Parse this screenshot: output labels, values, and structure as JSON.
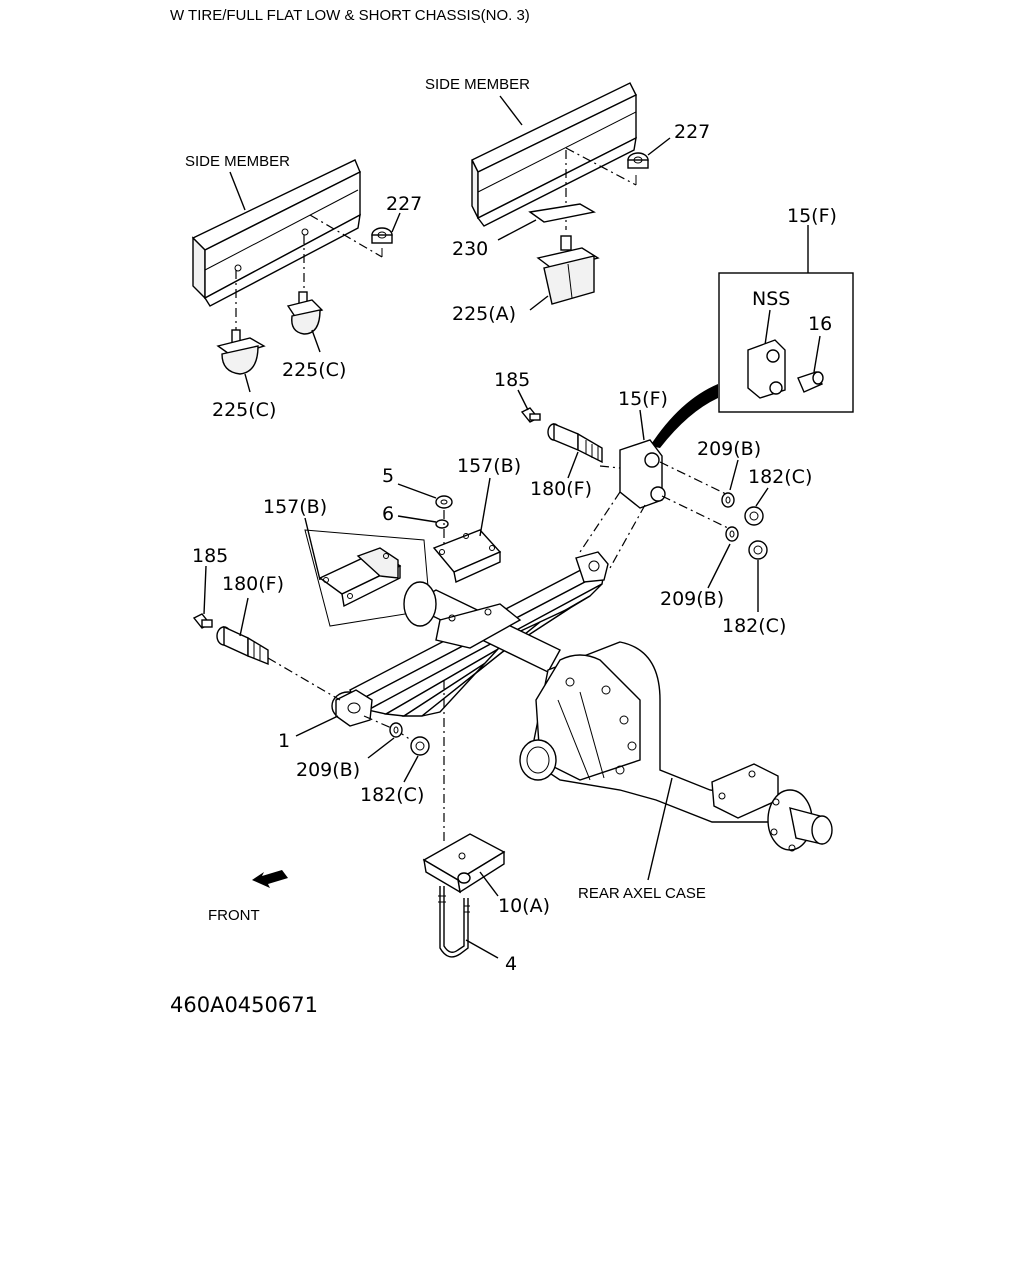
{
  "title": "W TIRE/FULL FLAT LOW & SHORT CHASSIS(NO. 3)",
  "diagram_code": "460A0450671",
  "labels": {
    "side_member_left": "SIDE MEMBER",
    "side_member_right": "SIDE MEMBER",
    "rear_axle_case": "REAR AXEL CASE",
    "front": "FRONT",
    "nss": "NSS"
  },
  "callouts": {
    "c227_left": "227",
    "c227_right": "227",
    "c230": "230",
    "c225a": "225(A)",
    "c225c_upper": "225(C)",
    "c225c_lower": "225(C)",
    "c15f_box": "15(F)",
    "c16": "16",
    "c185_top": "185",
    "c15f": "15(F)",
    "c209b_top": "209(B)",
    "c182c_top": "182(C)",
    "c180f_top": "180(F)",
    "c157b_right": "157(B)",
    "c5": "5",
    "c6": "6",
    "c157b_left": "157(B)",
    "c185_left": "185",
    "c180f_left": "180(F)",
    "c209b_mid": "209(B)",
    "c182c_mid": "182(C)",
    "c1": "1",
    "c209b_bottom": "209(B)",
    "c182c_bottom": "182(C)",
    "c10a": "10(A)",
    "c4": "4"
  }
}
